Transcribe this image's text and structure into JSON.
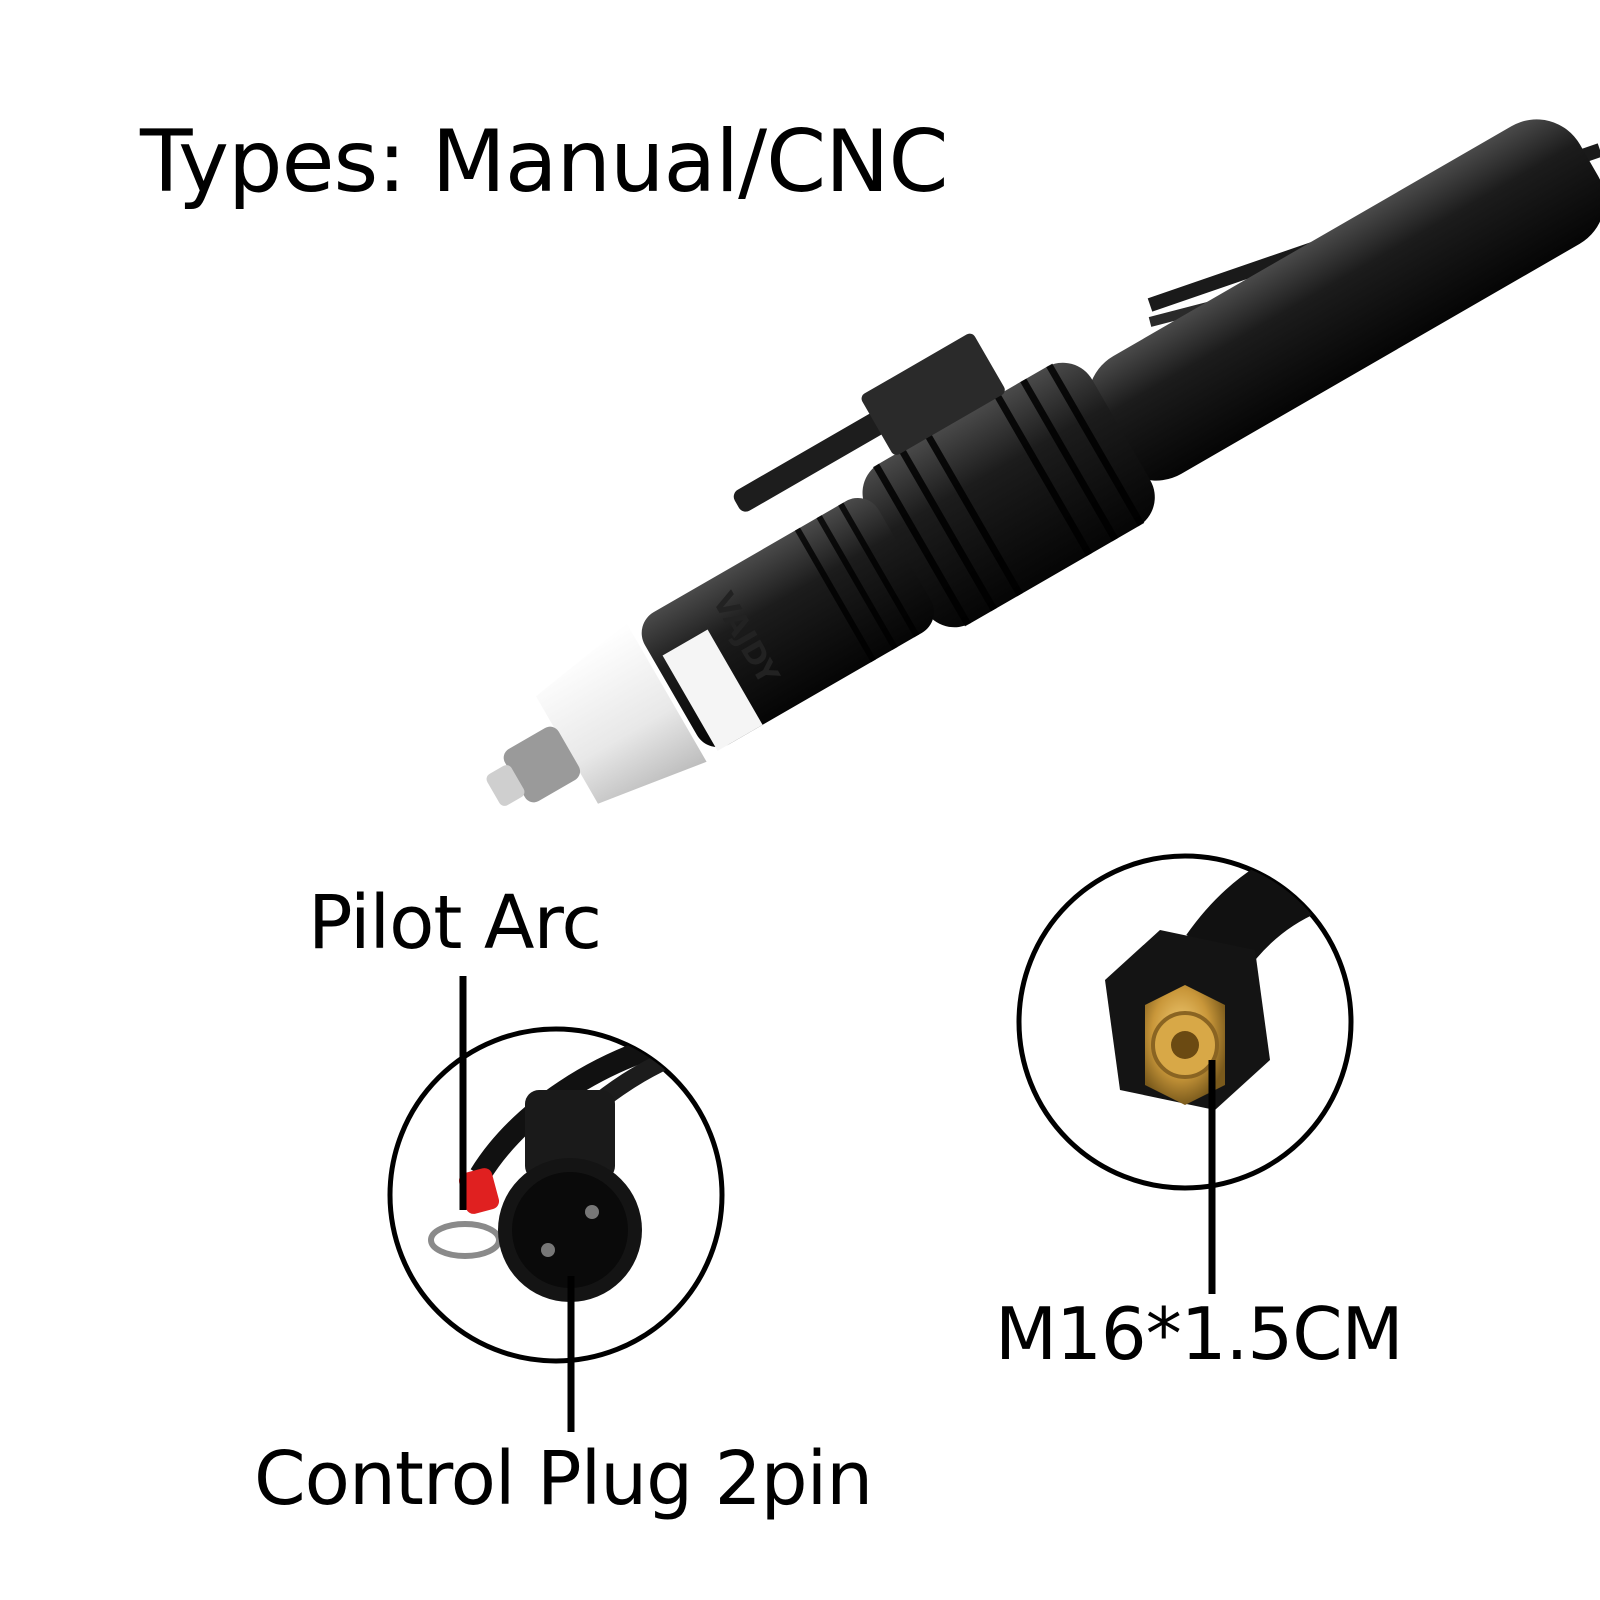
{
  "product": {
    "title": "Types: Manual/CNC",
    "brand_mark": "VAJDY"
  },
  "callouts": {
    "pilot_arc": "Pilot Arc",
    "control_plug": "Control Plug 2pin",
    "thread_size": "M16*1.5CM"
  },
  "colors": {
    "background": "#ffffff",
    "text": "#000000",
    "torch_body": "#1a1a1a",
    "nozzle_cap": "#f2f2f2",
    "brass": "#c9973a",
    "pilot_terminal": "#e02020"
  },
  "icons": {
    "torch": "plasma-torch-image",
    "plug_detail": "control-plug-detail-image",
    "fitting_detail": "brass-fitting-detail-image"
  }
}
